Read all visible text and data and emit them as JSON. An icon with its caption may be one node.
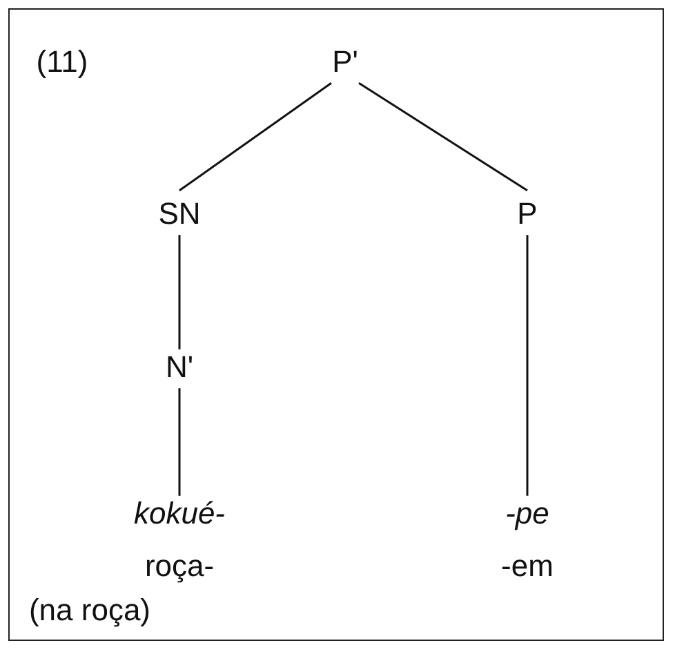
{
  "diagram": {
    "nodes": [
      {
        "text": [
          "P'"
        ]
      },
      {
        "text": [
          "SN"
        ]
      },
      {
        "text": [
          "P"
        ]
      },
      {
        "text": [
          "N'"
        ]
      },
      {
        "text": [
          "kokué-"
        ]
      },
      {
        "text": [
          "-pe"
        ]
      }
    ],
    "edges": [
      {
        "from": 0,
        "to": 1,
        "arrow": "none"
      },
      {
        "from": 0,
        "to": 2,
        "arrow": "none"
      },
      {
        "from": 1,
        "to": 3,
        "arrow": "none"
      },
      {
        "from": 3,
        "to": 4,
        "arrow": "none"
      },
      {
        "from": 2,
        "to": 5,
        "arrow": "none"
      }
    ],
    "labels": [
      "(11)",
      "roça-",
      "-em",
      "(na roça)"
    ]
  }
}
